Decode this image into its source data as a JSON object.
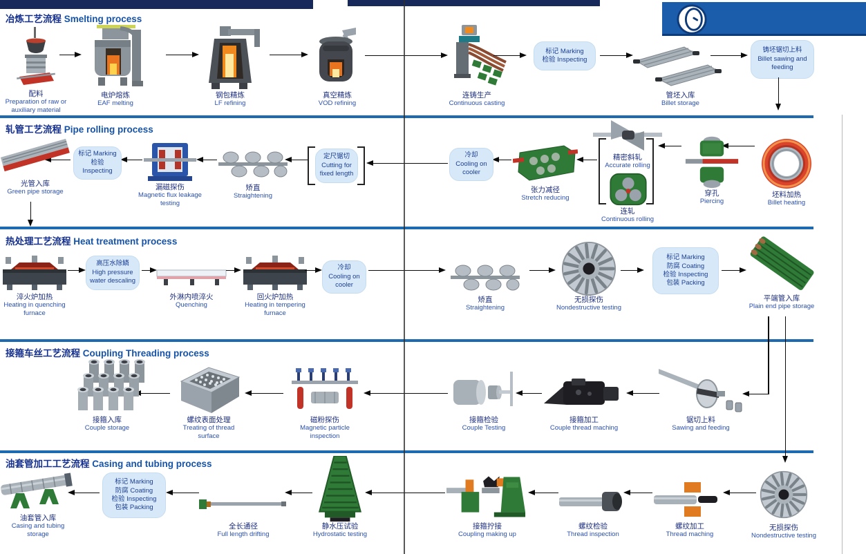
{
  "header": {
    "logo_icon": "pipe-coil-logo"
  },
  "colors": {
    "divider": "#1e6ab0",
    "box_bg": "#d7e9f8",
    "title_blue": "#15308c",
    "label_zh": "#1d2f7e",
    "label_en": "#2a4fae",
    "header_band": "#1b5cab"
  },
  "sections": [
    {
      "title_zh": "冶炼工艺流程",
      "title_en": "Smelting process",
      "steps": [
        {
          "zh": "配料",
          "en": "Preparation of raw or auxiliary material",
          "icon": "raw-material-ladle"
        },
        {
          "zh": "电炉熔炼",
          "en": "EAF melting",
          "icon": "eaf-furnace"
        },
        {
          "zh": "钢包精炼",
          "en": "LF refining",
          "icon": "lf-furnace"
        },
        {
          "zh": "真空精炼",
          "en": "VOD refining",
          "icon": "vod-vessel"
        },
        {
          "zh": "连铸生产",
          "en": "Continuous casting",
          "icon": "continuous-caster"
        },
        {
          "zh": "管坯入库",
          "en": "Billet storage",
          "icon": "billet-stack"
        }
      ],
      "boxes": [
        {
          "lines": [
            "标记 Marking",
            "检验 Inspecting"
          ]
        },
        {
          "lines": [
            "铸坯锯切上料",
            "Billet sawing and feeding"
          ]
        }
      ]
    },
    {
      "title_zh": "轧管工艺流程",
      "title_en": "Pipe rolling process",
      "steps": [
        {
          "zh": "坯料加热",
          "en": "Billet heating",
          "icon": "heating-coil"
        },
        {
          "zh": "穿孔",
          "en": "Piercing",
          "icon": "piercing-mill"
        },
        {
          "zh": "精密斜轧",
          "en": "Accurate rolling",
          "icon": "cross-roll"
        },
        {
          "zh": "连轧",
          "en": "Continuous rolling",
          "icon": "rolling-stand"
        },
        {
          "zh": "张力减径",
          "en": "Stretch reducing",
          "icon": "reducing-mill"
        },
        {
          "zh": "矫直",
          "en": "Straightening",
          "icon": "straightener"
        },
        {
          "zh": "漏磁探伤",
          "en": "Magnetic flux leakage testing",
          "icon": "mfl-tester"
        },
        {
          "zh": "光管入库",
          "en": "Green pipe storage",
          "icon": "pipe-rack"
        }
      ],
      "boxes": [
        {
          "lines": [
            "冷却",
            "Cooling on cooler"
          ]
        },
        {
          "lines": [
            "定尺锯切",
            "Cutting for fixed length"
          ]
        },
        {
          "lines": [
            "标记 Marking",
            "检验 Inspecting"
          ]
        }
      ]
    },
    {
      "title_zh": "热处理工艺流程",
      "title_en": "Heat treatment process",
      "steps": [
        {
          "zh": "淬火炉加热",
          "en": "Heating in quenching furnace",
          "icon": "quench-furnace"
        },
        {
          "zh": "外淋内喷淬火",
          "en": "Quenching",
          "icon": "quench-table"
        },
        {
          "zh": "回火炉加热",
          "en": "Heating in tempering furnace",
          "icon": "temper-furnace"
        },
        {
          "zh": "矫直",
          "en": "Straightening",
          "icon": "straightener"
        },
        {
          "zh": "无损探伤",
          "en": "Nondestructive testing",
          "icon": "ndt-wheel"
        },
        {
          "zh": "平端管入库",
          "en": "Plain end pipe storage",
          "icon": "green-pipe-bundle"
        }
      ],
      "boxes": [
        {
          "lines": [
            "高压水除鳞",
            "High pressure water descaling"
          ]
        },
        {
          "lines": [
            "冷却",
            "Cooling on cooler"
          ]
        },
        {
          "lines": [
            "标记 Marking",
            "防腐 Coating",
            "检验 Inspecting",
            "包装 Packing"
          ]
        }
      ]
    },
    {
      "title_zh": "接箍车丝工艺流程",
      "title_en": "Coupling Threading process",
      "steps": [
        {
          "zh": "锯切上料",
          "en": "Sawing and feeding",
          "icon": "saw-feeder"
        },
        {
          "zh": "接箍加工",
          "en": "Couple thread maching",
          "icon": "threading-machine"
        },
        {
          "zh": "接箍检验",
          "en": "Couple Testing",
          "icon": "couple-gauge"
        },
        {
          "zh": "磁粉探伤",
          "en": "Magnetic particle inspection",
          "icon": "mpi-bench"
        },
        {
          "zh": "螺纹表面处理",
          "en": "Treating of thread surface",
          "icon": "treatment-crate"
        },
        {
          "zh": "接箍入库",
          "en": "Couple storage",
          "icon": "couple-grid"
        }
      ],
      "boxes": []
    },
    {
      "title_zh": "油套管加工工艺流程",
      "title_en": "Casing and tubing process",
      "steps": [
        {
          "zh": "无损探伤",
          "en": "Nondestructive testing",
          "icon": "ndt-wheel"
        },
        {
          "zh": "螺纹加工",
          "en": "Thread maching",
          "icon": "thread-cutter"
        },
        {
          "zh": "螺纹检验",
          "en": "Thread inspection",
          "icon": "threaded-pipe-end"
        },
        {
          "zh": "接箍拧接",
          "en": "Coupling making up",
          "icon": "bucking-unit"
        },
        {
          "zh": "静水压试验",
          "en": "Hydrostatic testing",
          "icon": "hydro-tester"
        },
        {
          "zh": "全长通径",
          "en": "Full length drifting",
          "icon": "drift-pipe"
        },
        {
          "zh": "油套管入库",
          "en": "Casing and tubing storage",
          "icon": "pipe-trestle"
        }
      ],
      "boxes": [
        {
          "lines": [
            "标记 Marking",
            "防腐 Coating",
            "检验 Inspecting",
            "包装 Packing"
          ]
        }
      ]
    }
  ]
}
